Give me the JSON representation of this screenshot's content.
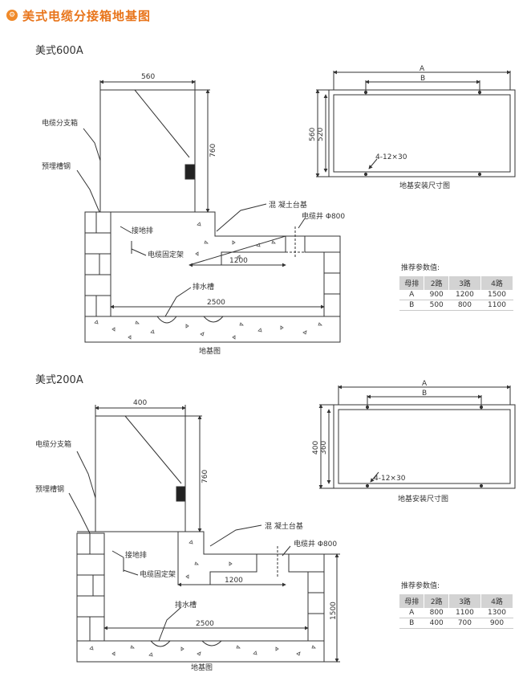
{
  "header": {
    "icon": "gear-badge-icon",
    "title": "美式电缆分接箱地基图"
  },
  "sections": [
    {
      "title": "美式600A",
      "front": {
        "dim_top": "560",
        "dim_side": "760",
        "dim_bottom_inner": "1200",
        "dim_bottom": "2500",
        "label_box": "电缆分支箱",
        "label_steel": "预埋槽钢",
        "label_concrete": "混 凝土台基",
        "label_well": "电缆井 Φ800",
        "label_ground": "接地排",
        "label_frame": "电缆固定架",
        "label_drain": "排水槽",
        "caption": "地基图"
      },
      "plan": {
        "label_a": "A",
        "label_b": "B",
        "dim_outer": "560",
        "dim_inner": "520",
        "label_holes": "4-12×30",
        "caption": "地基安装尺寸图"
      },
      "table": {
        "caption": "推荐参数值:",
        "headers": [
          "母排",
          "2路",
          "3路",
          "4路"
        ],
        "rows": [
          [
            "A",
            "900",
            "1200",
            "1500"
          ],
          [
            "B",
            "500",
            "800",
            "1100"
          ]
        ]
      }
    },
    {
      "title": "美式200A",
      "front": {
        "dim_top": "400",
        "dim_side": "760",
        "dim_bottom_inner": "1200",
        "dim_bottom": "2500",
        "dim_depth": "1500",
        "label_box": "电缆分支箱",
        "label_steel": "预埋槽钢",
        "label_concrete": "混 凝土台基",
        "label_well": "电缆井 Φ800",
        "label_ground": "接地排",
        "label_frame": "电缆固定架",
        "label_drain": "排水槽",
        "caption": "地基图"
      },
      "plan": {
        "label_a": "A",
        "label_b": "B",
        "dim_outer": "400",
        "dim_inner": "360",
        "label_holes": "4-12×30",
        "caption": "地基安装尺寸图"
      },
      "table": {
        "caption": "推荐参数值:",
        "headers": [
          "母排",
          "2路",
          "3路",
          "4路"
        ],
        "rows": [
          [
            "A",
            "800",
            "1100",
            "1300"
          ],
          [
            "B",
            "400",
            "700",
            "900"
          ]
        ]
      }
    }
  ]
}
